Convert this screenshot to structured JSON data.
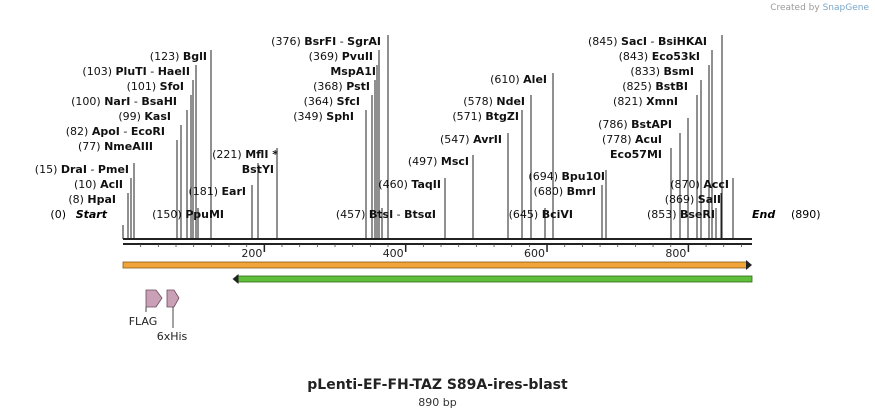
{
  "credit": {
    "prefix": "Created by",
    "brand": "SnapGene"
  },
  "map": {
    "title": "pLenti-EF-FH-TAZ S89A-ires-blast",
    "length_label": "890 bp",
    "length": 890,
    "ticks": [
      "200",
      "400",
      "600",
      "800"
    ],
    "tick_values": [
      200,
      400,
      600,
      800
    ],
    "start_label": "Start",
    "end_label": "End",
    "start_pos": "(0)",
    "end_pos": "(890)"
  },
  "sites": [
    {
      "pos": "(8)",
      "name": "HpaI"
    },
    {
      "pos": "(10)",
      "name": "AclI"
    },
    {
      "pos": "(15)",
      "name": "DraI",
      "name2": "PmeI"
    },
    {
      "pos": "(77)",
      "name": "NmeAIII"
    },
    {
      "pos": "(82)",
      "name": "ApoI",
      "name2": "EcoRI"
    },
    {
      "pos": "(99)",
      "name": "KasI"
    },
    {
      "pos": "(100)",
      "name": "NarI",
      "name2": "BsaHI"
    },
    {
      "pos": "(101)",
      "name": "SfoI"
    },
    {
      "pos": "(103)",
      "name": "PluTI",
      "name2": "HaeII"
    },
    {
      "pos": "(123)",
      "name": "BglI"
    },
    {
      "pos": "(150)",
      "name": "PpuMI"
    },
    {
      "pos": "(181)",
      "name": "EarI"
    },
    {
      "pos": "",
      "name": "BstYI"
    },
    {
      "pos": "(221)",
      "name": "MflI *"
    },
    {
      "pos": "(349)",
      "name": "SphI"
    },
    {
      "pos": "(364)",
      "name": "SfcI"
    },
    {
      "pos": "(368)",
      "name": "PstI"
    },
    {
      "pos": "",
      "name": "MspA1I"
    },
    {
      "pos": "(369)",
      "name": "PvuII"
    },
    {
      "pos": "(376)",
      "name": "BsrFI",
      "name2": "SgrAI"
    },
    {
      "pos": "(457)",
      "name": "BtsI",
      "name2": "BtsαI"
    },
    {
      "pos": "(460)",
      "name": "TaqII"
    },
    {
      "pos": "(497)",
      "name": "MscI"
    },
    {
      "pos": "(547)",
      "name": "AvrII"
    },
    {
      "pos": "(571)",
      "name": "BtgZI"
    },
    {
      "pos": "(578)",
      "name": "NdeI"
    },
    {
      "pos": "(610)",
      "name": "AleI"
    },
    {
      "pos": "(645)",
      "name": "BciVI"
    },
    {
      "pos": "(680)",
      "name": "BmrI"
    },
    {
      "pos": "(694)",
      "name": "Bpu10I"
    },
    {
      "pos": "",
      "name": "Eco57MI"
    },
    {
      "pos": "(778)",
      "name": "AcuI"
    },
    {
      "pos": "(786)",
      "name": "BstAPI"
    },
    {
      "pos": "(821)",
      "name": "XmnI"
    },
    {
      "pos": "(825)",
      "name": "BstBI"
    },
    {
      "pos": "(833)",
      "name": "BsmI"
    },
    {
      "pos": "(843)",
      "name": "Eco53kI"
    },
    {
      "pos": "(845)",
      "name": "SacI",
      "name2": "BsiHKAI"
    },
    {
      "pos": "(853)",
      "name": "BseRI"
    },
    {
      "pos": "(869)",
      "name": "SalI"
    },
    {
      "pos": "(870)",
      "name": "AccI"
    }
  ],
  "features": [
    {
      "name": "FLAG",
      "start": 32,
      "end": 55,
      "color": "#c9a0b6"
    },
    {
      "name": "6xHis",
      "start": 61,
      "end": 80,
      "color": "#c9a0b6"
    }
  ],
  "bars": [
    {
      "name": "orange-feature",
      "start": 0,
      "end": 890,
      "direction": "forward",
      "color": "#f0a43a"
    },
    {
      "name": "green-feature",
      "start": 155,
      "end": 890,
      "direction": "reverse",
      "color": "#5fbf3a"
    }
  ]
}
